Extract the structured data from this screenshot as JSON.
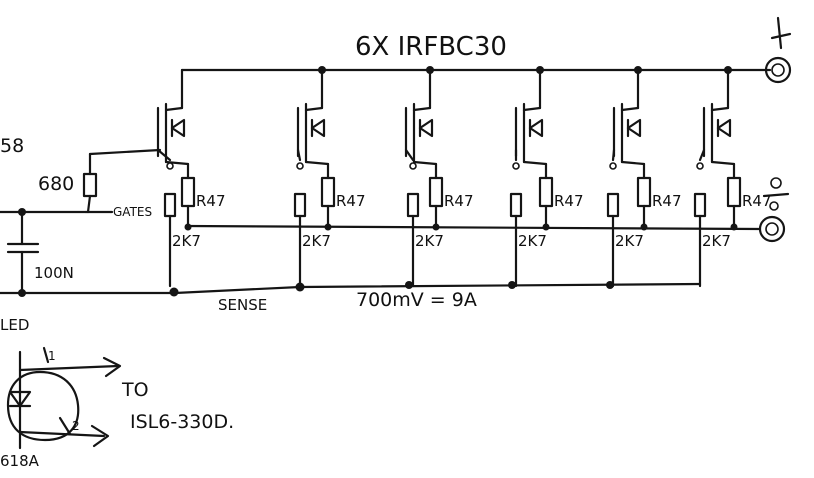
{
  "title": "6X IRFBC30",
  "terminals": {
    "positive": "+",
    "negative": "−"
  },
  "left_labels": {
    "cut_number": "58",
    "gate_resistor": "680",
    "gates": "GATES",
    "capacitor": "100N",
    "led": "LED"
  },
  "sense_label": "SENSE",
  "calibration": "700mV = 9A",
  "stages": [
    {
      "gate_r": "2K7",
      "source_r": "R47"
    },
    {
      "gate_r": "2K7",
      "source_r": "R47"
    },
    {
      "gate_r": "2K7",
      "source_r": "R47"
    },
    {
      "gate_r": "2K7",
      "source_r": "R47"
    },
    {
      "gate_r": "2K7",
      "source_r": "R47"
    },
    {
      "gate_r": "2K7",
      "source_r": "R47"
    }
  ],
  "opto": {
    "pin1": "1",
    "pin2": "2",
    "part": "618A",
    "to_label": "TO",
    "target": "ISL6-330D."
  }
}
